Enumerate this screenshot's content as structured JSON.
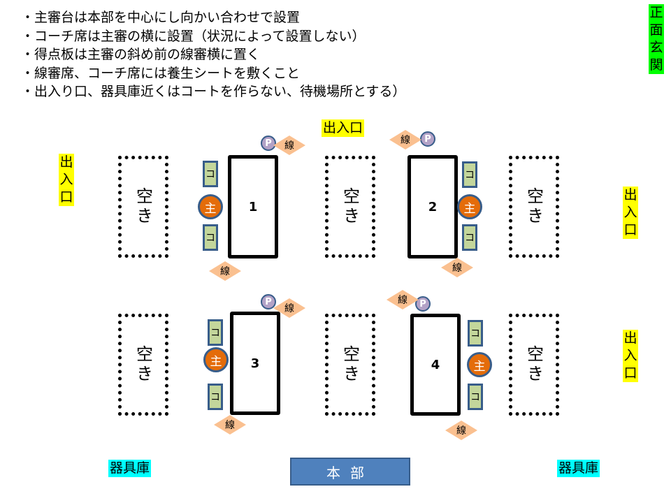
{
  "notes": [
    "・主審台は本部を中心にし向かい合わせで設置",
    "・コーチ席は主審の横に設置（状況によって設置しない）",
    "・得点板は主審の斜め前の線審横に置く",
    "・線審席、コーチ席には養生シートを敷くこと",
    "・出入り口、器具庫近くはコートを作らない、待機場所とする）"
  ],
  "labels": {
    "main_entrance": [
      "正",
      "面",
      "玄",
      "関"
    ],
    "entrance_top": "出入口",
    "entrance_left": [
      "出",
      "入",
      "口"
    ],
    "entrance_right_upper": [
      "出",
      "入",
      "口"
    ],
    "entrance_right_lower": [
      "出",
      "入",
      "口"
    ],
    "storage_left": "器具庫",
    "storage_right": "器具庫",
    "headquarters": "本部"
  },
  "markers": {
    "empty": "空き",
    "coach": "コ",
    "referee": "主",
    "line_judge": "線",
    "scoreboard": "P"
  },
  "courts": [
    {
      "number": "1"
    },
    {
      "number": "2"
    },
    {
      "number": "3"
    },
    {
      "number": "4"
    }
  ],
  "colors": {
    "entrance": "#ffff00",
    "main_entrance": "#00ff00",
    "storage": "#00ffff",
    "headquarters": "#4f81bd",
    "referee": "#e46c0a",
    "coach": "#c3d69b",
    "line_judge": "#fac090",
    "scoreboard": "#b3a2c7"
  }
}
